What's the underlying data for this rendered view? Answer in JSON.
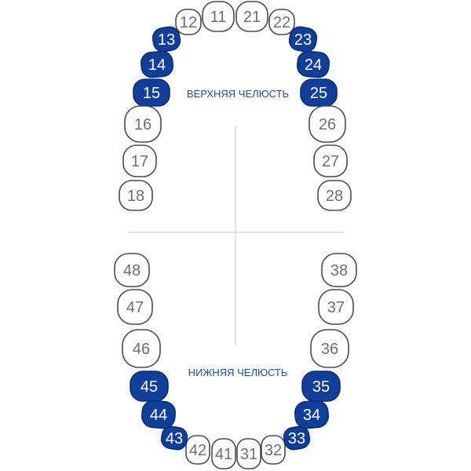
{
  "labels": {
    "upper_jaw": "ВЕРХНЯЯ ЧЕЛЮСТЬ",
    "lower_jaw": "НИЖНЯЯ ЧЕЛЮСТЬ"
  },
  "colors": {
    "selected_fill": "#0f3f9a",
    "unselected_fill": "#ffffff",
    "outline": "#4a4a4a",
    "label_blue": "#1c4fa8"
  },
  "teeth": [
    {
      "number": "11",
      "selected": false
    },
    {
      "number": "12",
      "selected": false
    },
    {
      "number": "13",
      "selected": true
    },
    {
      "number": "14",
      "selected": true
    },
    {
      "number": "15",
      "selected": true
    },
    {
      "number": "16",
      "selected": false
    },
    {
      "number": "17",
      "selected": false
    },
    {
      "number": "18",
      "selected": false
    },
    {
      "number": "21",
      "selected": false
    },
    {
      "number": "22",
      "selected": false
    },
    {
      "number": "23",
      "selected": true
    },
    {
      "number": "24",
      "selected": true
    },
    {
      "number": "25",
      "selected": true
    },
    {
      "number": "26",
      "selected": false
    },
    {
      "number": "27",
      "selected": false
    },
    {
      "number": "28",
      "selected": false
    },
    {
      "number": "31",
      "selected": false
    },
    {
      "number": "32",
      "selected": false
    },
    {
      "number": "33",
      "selected": true
    },
    {
      "number": "34",
      "selected": true
    },
    {
      "number": "35",
      "selected": true
    },
    {
      "number": "36",
      "selected": false
    },
    {
      "number": "37",
      "selected": false
    },
    {
      "number": "38",
      "selected": false
    },
    {
      "number": "41",
      "selected": false
    },
    {
      "number": "42",
      "selected": false
    },
    {
      "number": "43",
      "selected": true
    },
    {
      "number": "44",
      "selected": true
    },
    {
      "number": "45",
      "selected": true
    },
    {
      "number": "46",
      "selected": false
    },
    {
      "number": "47",
      "selected": false
    },
    {
      "number": "48",
      "selected": false
    }
  ]
}
